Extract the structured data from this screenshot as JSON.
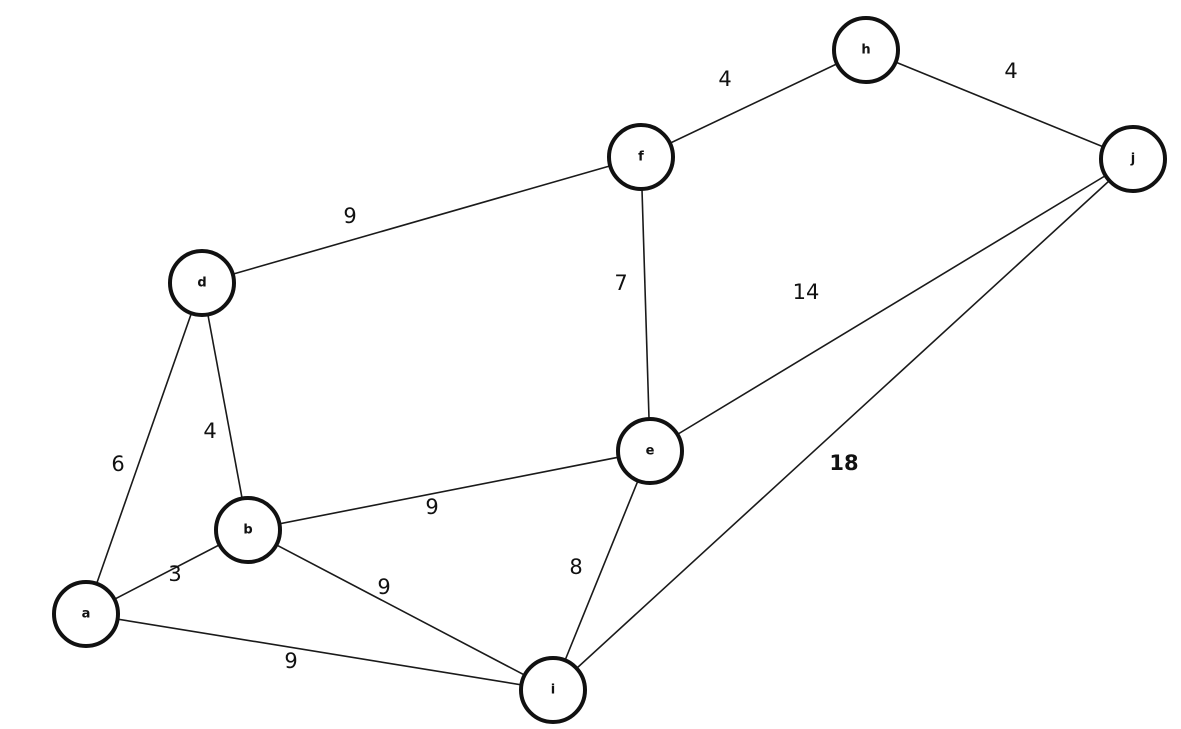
{
  "graph": {
    "nodes": [
      {
        "id": "a",
        "label": "a"
      },
      {
        "id": "b",
        "label": "b"
      },
      {
        "id": "d",
        "label": "d"
      },
      {
        "id": "e",
        "label": "e"
      },
      {
        "id": "f",
        "label": "f"
      },
      {
        "id": "h",
        "label": "h"
      },
      {
        "id": "i",
        "label": "i"
      },
      {
        "id": "j",
        "label": "j"
      }
    ],
    "edges": [
      {
        "from": "a",
        "to": "d",
        "weight": "6"
      },
      {
        "from": "a",
        "to": "b",
        "weight": "3"
      },
      {
        "from": "a",
        "to": "i",
        "weight": "9"
      },
      {
        "from": "d",
        "to": "b",
        "weight": "4"
      },
      {
        "from": "d",
        "to": "f",
        "weight": "9"
      },
      {
        "from": "b",
        "to": "e",
        "weight": "9"
      },
      {
        "from": "b",
        "to": "i",
        "weight": "9"
      },
      {
        "from": "f",
        "to": "h",
        "weight": "4"
      },
      {
        "from": "f",
        "to": "e",
        "weight": "7"
      },
      {
        "from": "h",
        "to": "j",
        "weight": "4"
      },
      {
        "from": "j",
        "to": "e",
        "weight": "14"
      },
      {
        "from": "j",
        "to": "i",
        "weight": "18"
      },
      {
        "from": "e",
        "to": "i",
        "weight": "8"
      }
    ]
  }
}
